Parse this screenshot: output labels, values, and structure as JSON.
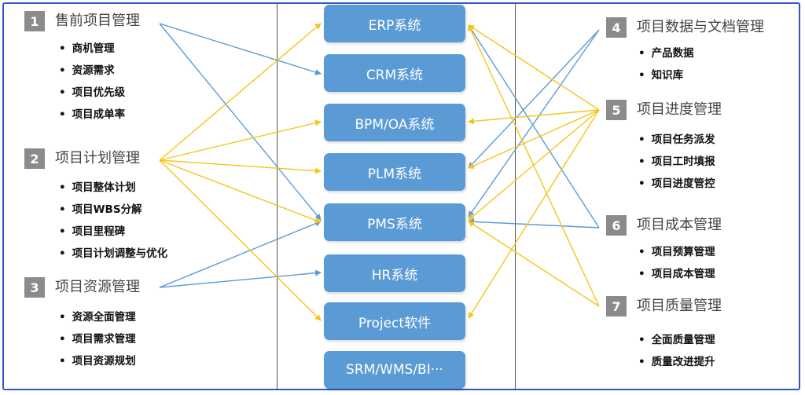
{
  "left_groups": [
    {
      "num": "1",
      "title": "售前项目管理",
      "items": [
        "商机管理",
        "资源需求",
        "项目优先级",
        "项目成单率"
      ]
    },
    {
      "num": "2",
      "title": "项目计划管理",
      "items": [
        "项目整体计划",
        "项目WBS分解",
        "项目里程碑",
        "项目计划调整与优化"
      ]
    },
    {
      "num": "3",
      "title": "项目资源管理",
      "items": [
        "资源全面管理",
        "项目需求管理",
        "项目资源规划"
      ]
    }
  ],
  "systems": [
    "ERP系统",
    "CRM系统",
    "BPM/OA系统",
    "PLM系统",
    "PMS系统",
    "HR系统",
    "Project软件",
    "SRM/WMS/BI···"
  ],
  "right_groups": [
    {
      "num": "4",
      "title": "项目数据与文档管理",
      "items": [
        "产品数据",
        "知识库"
      ]
    },
    {
      "num": "5",
      "title": "项目进度管理",
      "items": [
        "项目任务派发",
        "项目工时填报",
        "项目进度管控"
      ]
    },
    {
      "num": "6",
      "title": "项目成本管理",
      "items": [
        "项目预算管理",
        "项目成本管理"
      ]
    },
    {
      "num": "7",
      "title": "项目质量管理",
      "items": [
        "全面质量管理",
        "质量改进提升"
      ]
    }
  ],
  "colors": {
    "blue_line": "#5b9bd5",
    "yellow_line": "#f5c518",
    "box": "#5b9bd5",
    "number_badge": "#8b8b8b",
    "frame": "#2f56c8"
  }
}
